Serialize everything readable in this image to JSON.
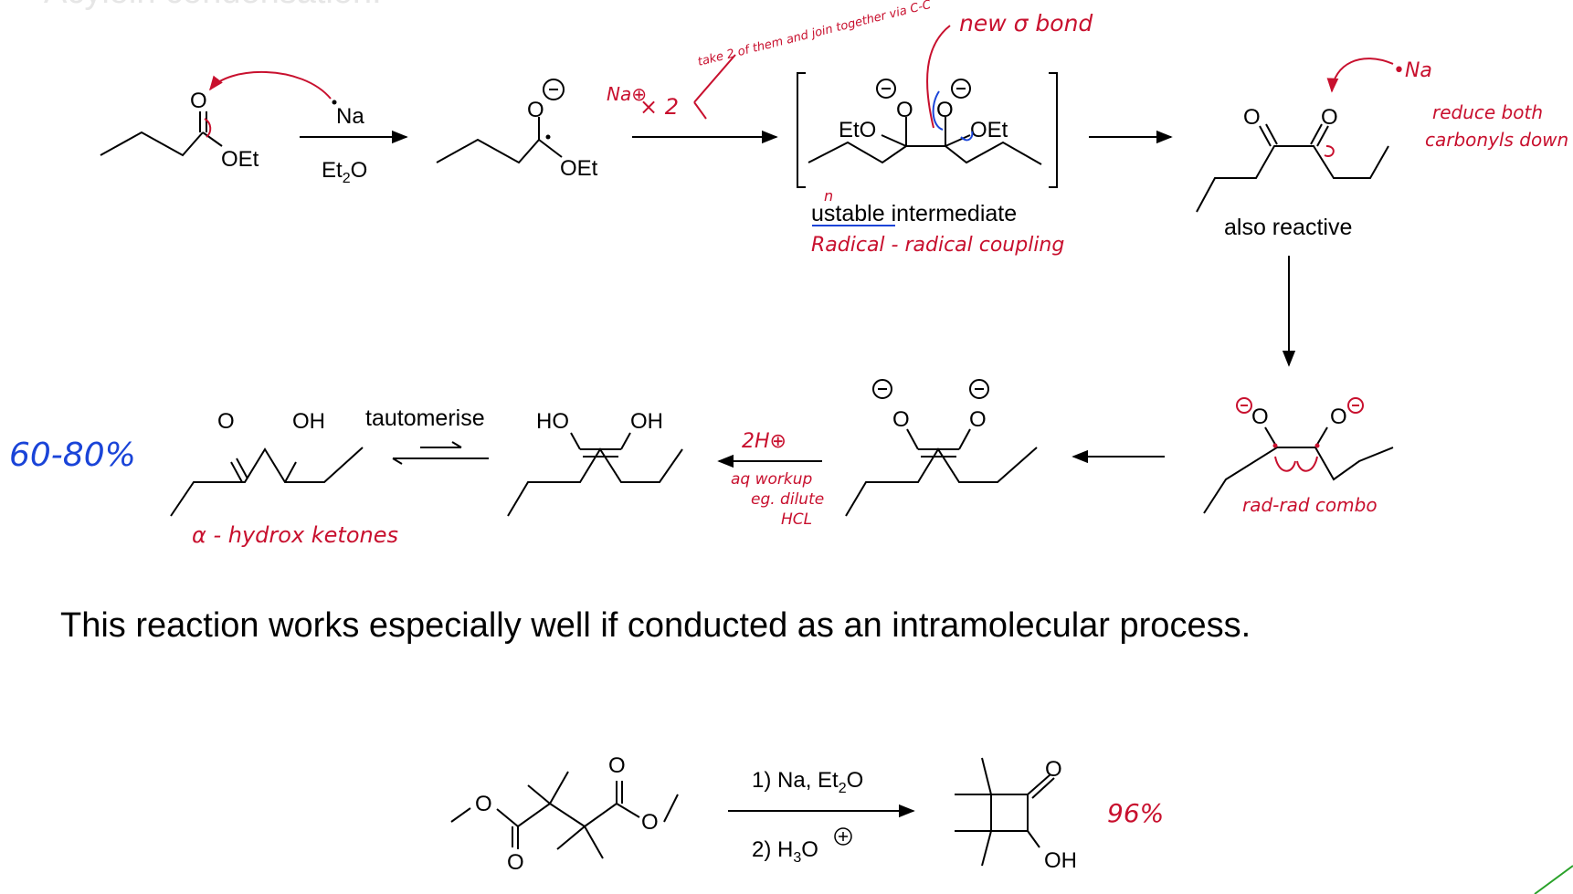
{
  "slide": {
    "faded_header": "Acyloin condensation:",
    "sentence": "This reaction works especially well if conducted as an intramolecular process."
  },
  "reaction1": {
    "reagent_top": "Na",
    "solvent": "Et",
    "solvent_sub": "2",
    "solvent_end": "O",
    "ester_o": "O",
    "ester_oet": "OEt",
    "radical_o": "O",
    "radical_oet": "OEt",
    "dimer_eto": "EtO",
    "dimer_o1": "O",
    "dimer_o2": "O",
    "dimer_oet": "OEt",
    "intermediate_label_a": "ustable",
    "intermediate_label_b": " intermediate",
    "diketone_o1": "O",
    "diketone_o2": "O",
    "diketone_label": "also reactive",
    "enediolate_o1": "O",
    "enediolate_o2": "O",
    "enediol_ho": "HO",
    "enediol_oh": "OH",
    "tautomerise_label": "tautomerise",
    "acyloin_o": "O",
    "acyloin_oh": "OH"
  },
  "reaction2": {
    "step1_a": "1) Na, Et",
    "step1_sub": "2",
    "step1_b": "O",
    "step2_a": "2) H",
    "step2_sub": "3",
    "step2_b": "O",
    "ester_o1": "O",
    "ester_o2": "O",
    "ester_o3": "O",
    "ester_o4": "O",
    "product_o": "O",
    "product_oh": "OH"
  },
  "annotations": {
    "new_sigma_bond": "new σ bond",
    "take_two": "take 2 of them and join together via C-C",
    "na_plus": "Na⊕",
    "times_two": "× 2",
    "radical_coupling": "Radical - radical coupling",
    "na_dot": "•Na",
    "reduce_both": "reduce both",
    "carbonyls_down": "carbonyls down",
    "rad_rad_combo": "rad-rad combo",
    "two_h_plus": "2H⊕",
    "aq_workup": "aq workup",
    "eg_dilute": "eg. dilute",
    "hcl": "HCL",
    "yield_1": "60-80%",
    "alpha_hydroxy": "α - hydrox ketones",
    "yield_2": "96%",
    "typo_fix": "n"
  },
  "colors": {
    "red_ink": "#c8102e",
    "blue_ink": "#1a44d8",
    "green_accent": "#2aa22a",
    "black": "#000000"
  }
}
